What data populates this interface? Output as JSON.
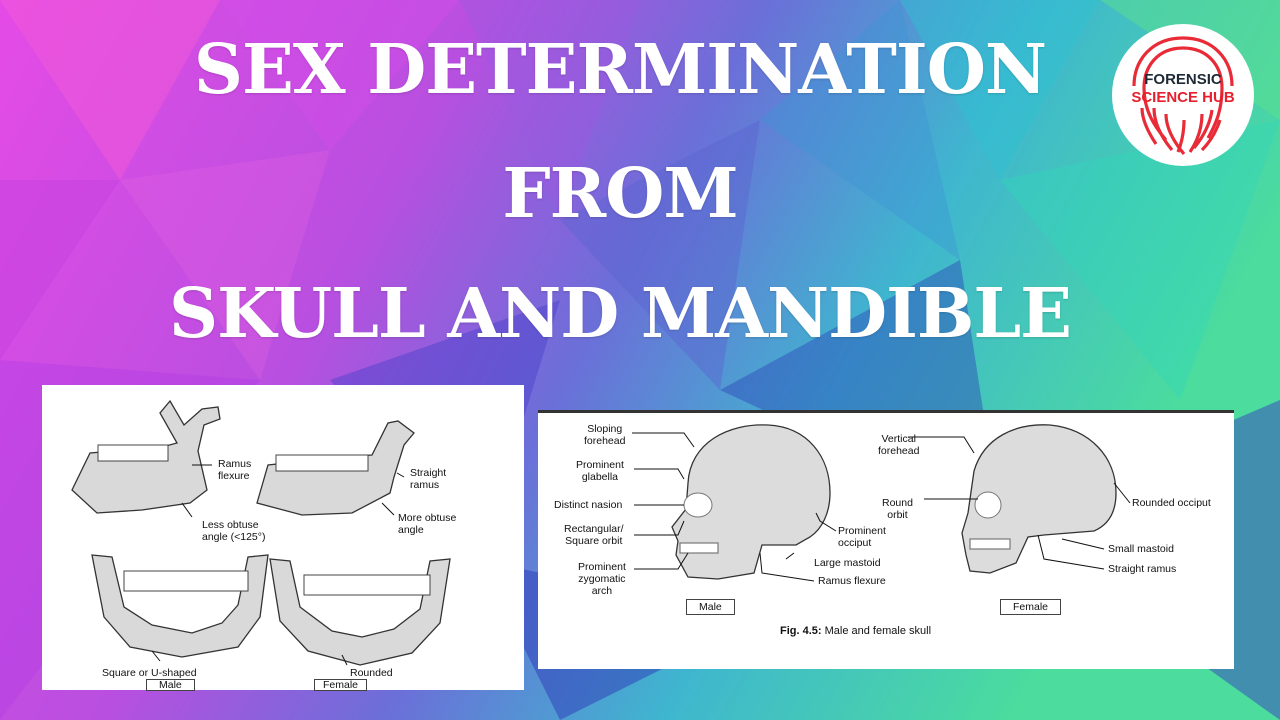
{
  "title": {
    "line1": "SEX DETERMINATION",
    "line2": "FROM",
    "line3": "SKULL AND MANDIBLE"
  },
  "logo": {
    "line1": "FORENSIC",
    "line2": "SCIENCE HUB",
    "icon": "fingerprint-icon"
  },
  "mandible_figure": {
    "labels": {
      "ramus_flexure": "Ramus\nflexure",
      "less_obtuse": "Less obtuse\nangle (<125°)",
      "straight_ramus": "Straight\nramus",
      "more_obtuse": "More obtuse\nangle",
      "square": "Square or U-shaped",
      "rounded": "Rounded"
    },
    "male_label": "Male",
    "female_label": "Female"
  },
  "skull_figure": {
    "male_labels": {
      "sloping_forehead": "Sloping\nforehead",
      "prominent_glabella": "Prominent\nglabella",
      "distinct_nasion": "Distinct nasion",
      "rectangular_orbit": "Rectangular/\nSquare orbit",
      "prominent_zygomatic": "Prominent\nzygomatic\narch",
      "prominent_occiput": "Prominent\nocciput",
      "large_mastoid": "Large mastoid",
      "ramus_flexure": "Ramus flexure"
    },
    "female_labels": {
      "vertical_forehead": "Vertical\nforehead",
      "round_orbit": "Round\norbit",
      "rounded_occiput": "Rounded occiput",
      "small_mastoid": "Small mastoid",
      "straight_ramus": "Straight ramus"
    },
    "male_label": "Male",
    "female_label": "Female",
    "caption_fig": "Fig. 4.5:",
    "caption_text": "Male and female skull"
  },
  "colors": {
    "background_left": "#e254e6",
    "background_mid": "#7c5bd6",
    "background_right": "#38c9c4",
    "logo_red": "#e8202e",
    "logo_dark": "#1f2a36"
  }
}
